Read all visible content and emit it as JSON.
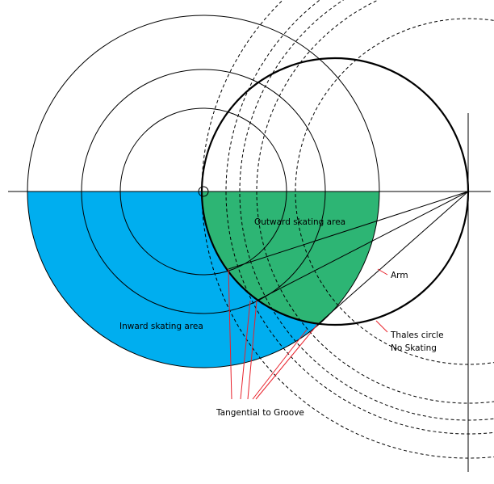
{
  "labels": {
    "outward": "Outward skating area",
    "inward": "Inward skating area",
    "arm": "Arm",
    "thales_line1": "Thales circle",
    "thales_line2": "No Skating",
    "tangential": "Tangential to Groove"
  },
  "colors": {
    "inward_area": "#00aeef",
    "outward_area": "#2db574",
    "line": "#000000",
    "leader": "#e8202a",
    "background": "#ffffff"
  }
}
